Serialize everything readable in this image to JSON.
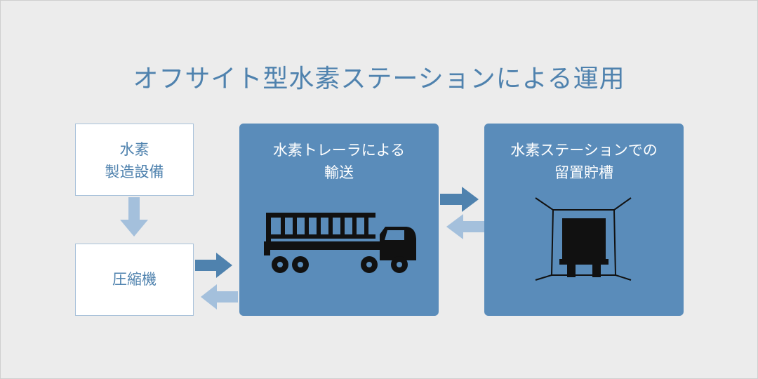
{
  "title": "オフサイト型水素ステーションによる運用",
  "boxes": {
    "production": {
      "line1": "水素",
      "line2": "製造設備"
    },
    "compressor": {
      "line1": "圧縮機"
    },
    "trailer": {
      "line1": "水素トレーラによる",
      "line2": "輸送"
    },
    "storage": {
      "line1": "水素ステーションでの",
      "line2": "留置貯槽"
    }
  },
  "colors": {
    "title": "#4f82ae",
    "dark_box": "#5a8cba",
    "arrow_dark": "#4f82ae",
    "arrow_light": "#a4c0dc",
    "icon": "#111111"
  },
  "icons": [
    "down-arrow-icon",
    "right-arrow-icon",
    "left-arrow-icon",
    "truck-trailer-icon",
    "parked-trailer-icon"
  ]
}
